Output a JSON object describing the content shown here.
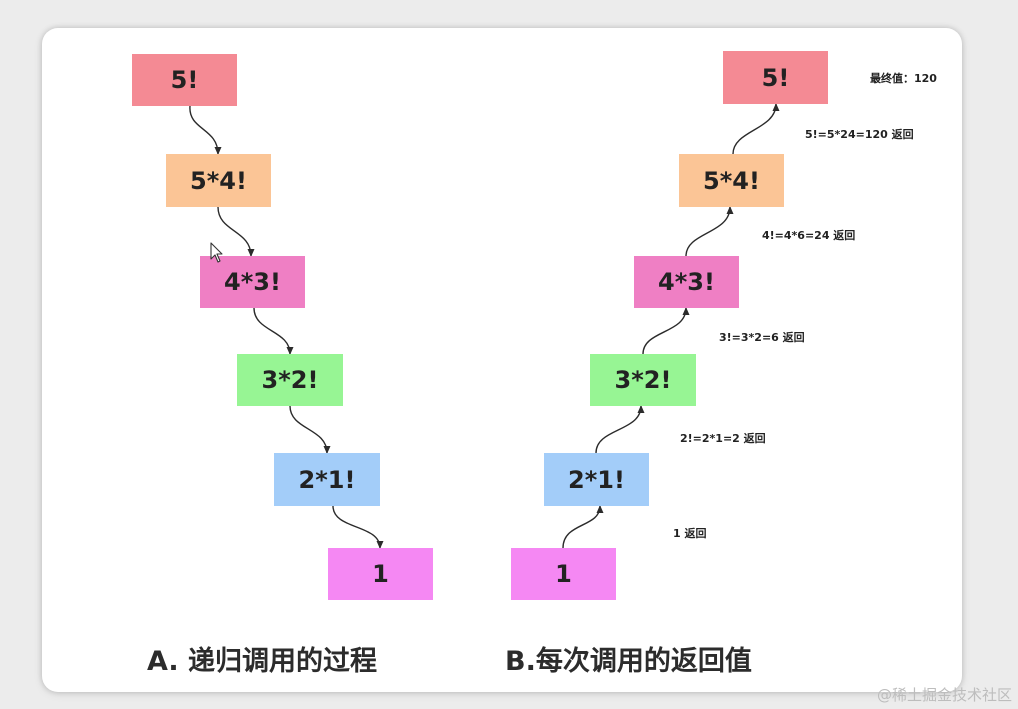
{
  "left_chain": {
    "caption": "A. 递归调用的过程",
    "nodes": [
      {
        "label": "5!",
        "color": "#f48a94"
      },
      {
        "label": "5*4!",
        "color": "#fbc596"
      },
      {
        "label": "4*3!",
        "color": "#ef7fc4"
      },
      {
        "label": "3*2!",
        "color": "#97f594"
      },
      {
        "label": "2*1!",
        "color": "#a3cdf9"
      },
      {
        "label": "1",
        "color": "#f588f3"
      }
    ]
  },
  "right_chain": {
    "caption": "B.每次调用的返回值",
    "nodes": [
      {
        "label": "5!",
        "color": "#f48a94"
      },
      {
        "label": "5*4!",
        "color": "#fbc596"
      },
      {
        "label": "4*3!",
        "color": "#ef7fc4"
      },
      {
        "label": "3*2!",
        "color": "#97f594"
      },
      {
        "label": "2*1!",
        "color": "#a3cdf9"
      },
      {
        "label": "1",
        "color": "#f588f3"
      }
    ],
    "final_value": "最终值：120",
    "returns": [
      "5!=5*24=120   返回",
      "4!=4*6=24   返回",
      "3!=3*2=6   返回",
      "2!=2*1=2 返回",
      "1   返回"
    ]
  },
  "watermark": "@稀土掘金技术社区"
}
